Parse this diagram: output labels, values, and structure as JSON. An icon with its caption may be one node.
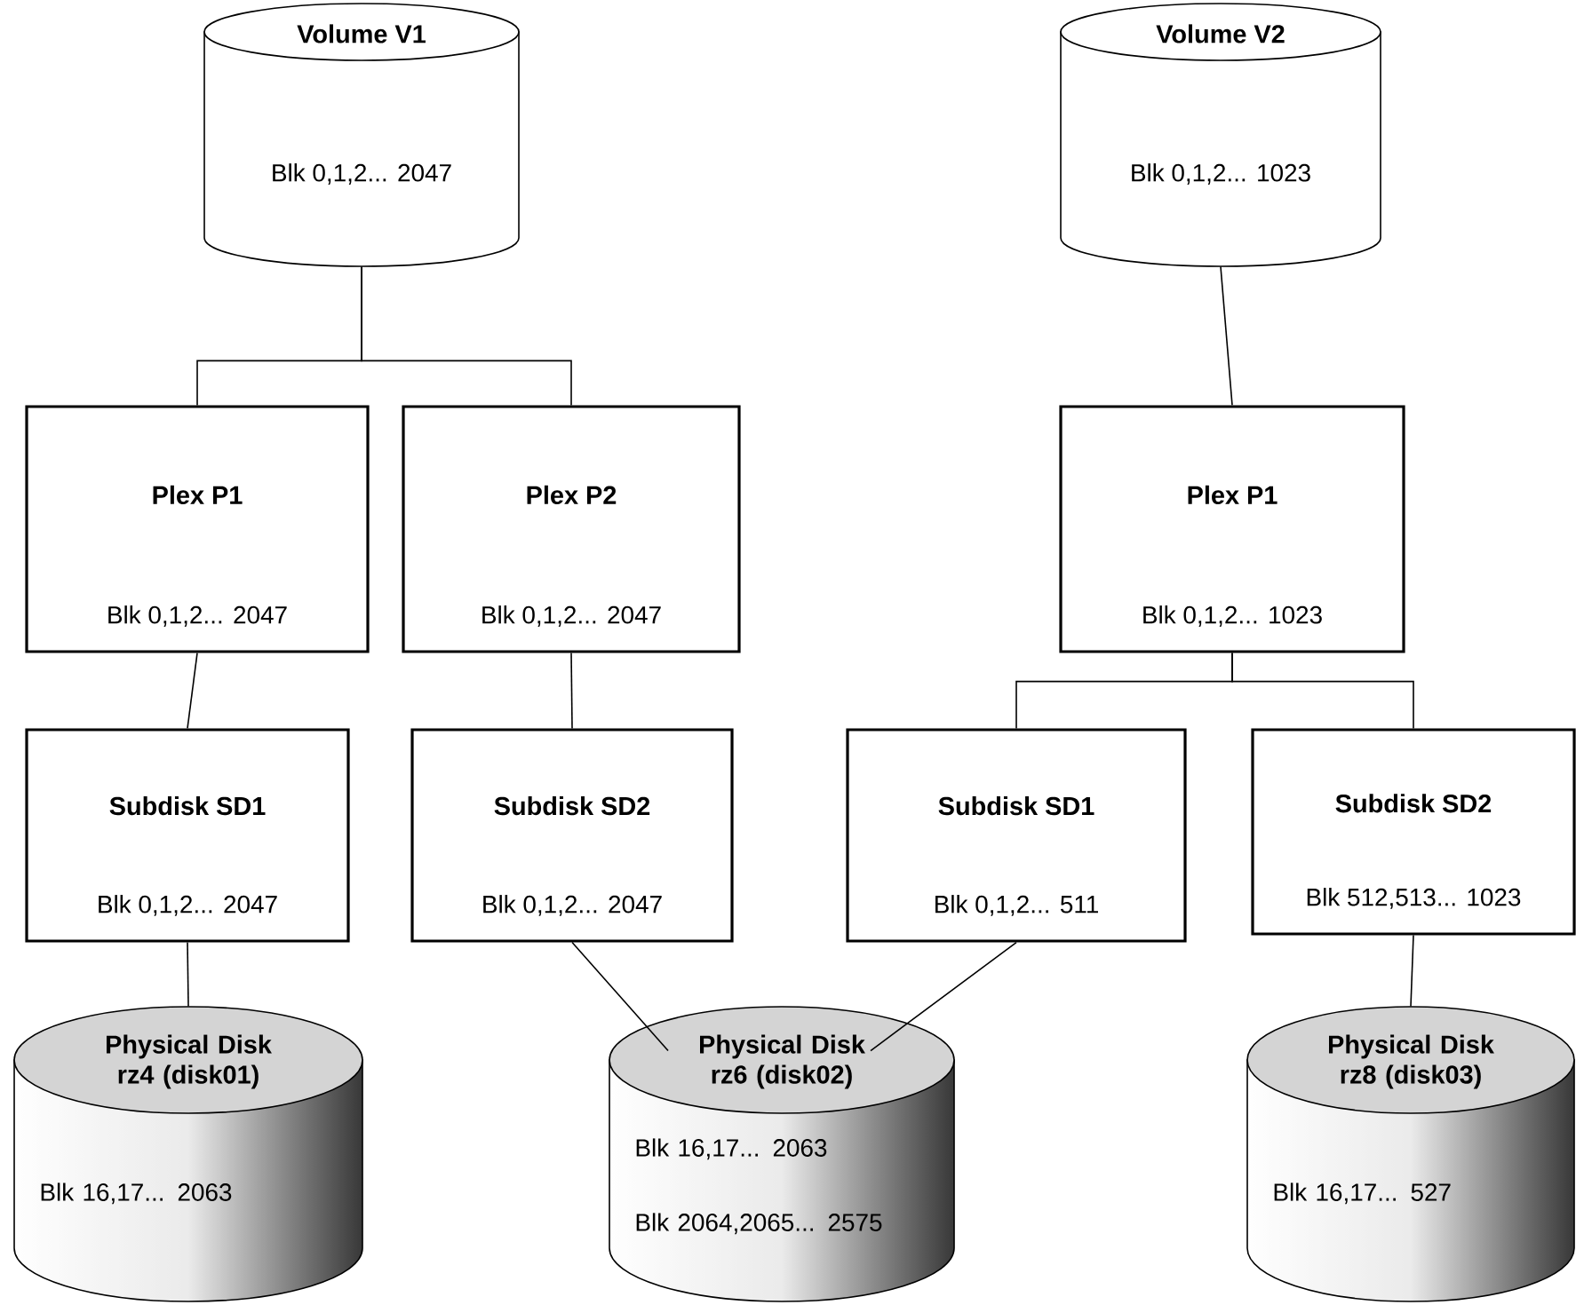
{
  "diagram": {
    "nodes": [
      {
        "text": [
          "Volume V1",
          "Blk 0,1,2... 2047"
        ]
      },
      {
        "text": [
          "Volume V2",
          "Blk 0,1,2... 1023"
        ]
      },
      {
        "text": [
          "Plex P1",
          "Blk 0,1,2... 2047"
        ]
      },
      {
        "text": [
          "Plex P2",
          "Blk 0,1,2... 2047"
        ]
      },
      {
        "text": [
          "Plex P1",
          "Blk 0,1,2... 1023"
        ]
      },
      {
        "text": [
          "Subdisk SD1",
          "Blk 0,1,2... 2047"
        ]
      },
      {
        "text": [
          "Subdisk SD2",
          "Blk 0,1,2... 2047"
        ]
      },
      {
        "text": [
          "Subdisk SD1",
          "Blk 0,1,2... 511"
        ]
      },
      {
        "text": [
          "Subdisk SD2",
          "Blk 512,513... 1023"
        ]
      },
      {
        "text": [
          "Physical Disk rz4 (disk01)",
          "Blk 16,17... 2063"
        ]
      },
      {
        "text": [
          "Physical Disk rz6 (disk02)",
          "Blk 16,17... 2063",
          "Blk 2064,2065... 2575"
        ]
      },
      {
        "text": [
          "Physical Disk rz8 (disk03)",
          "Blk 16,17... 527"
        ]
      }
    ],
    "edges": [
      {
        "from": 0,
        "to": 2,
        "arrow": "none"
      },
      {
        "from": 0,
        "to": 3,
        "arrow": "none"
      },
      {
        "from": 1,
        "to": 4,
        "arrow": "none"
      },
      {
        "from": 2,
        "to": 5,
        "arrow": "none"
      },
      {
        "from": 3,
        "to": 6,
        "arrow": "none"
      },
      {
        "from": 4,
        "to": 7,
        "arrow": "none"
      },
      {
        "from": 4,
        "to": 8,
        "arrow": "none"
      },
      {
        "from": 5,
        "to": 9,
        "arrow": "none"
      },
      {
        "from": 6,
        "to": 10,
        "arrow": "none"
      },
      {
        "from": 7,
        "to": 10,
        "arrow": "none"
      },
      {
        "from": 8,
        "to": 11,
        "arrow": "none"
      }
    ]
  }
}
